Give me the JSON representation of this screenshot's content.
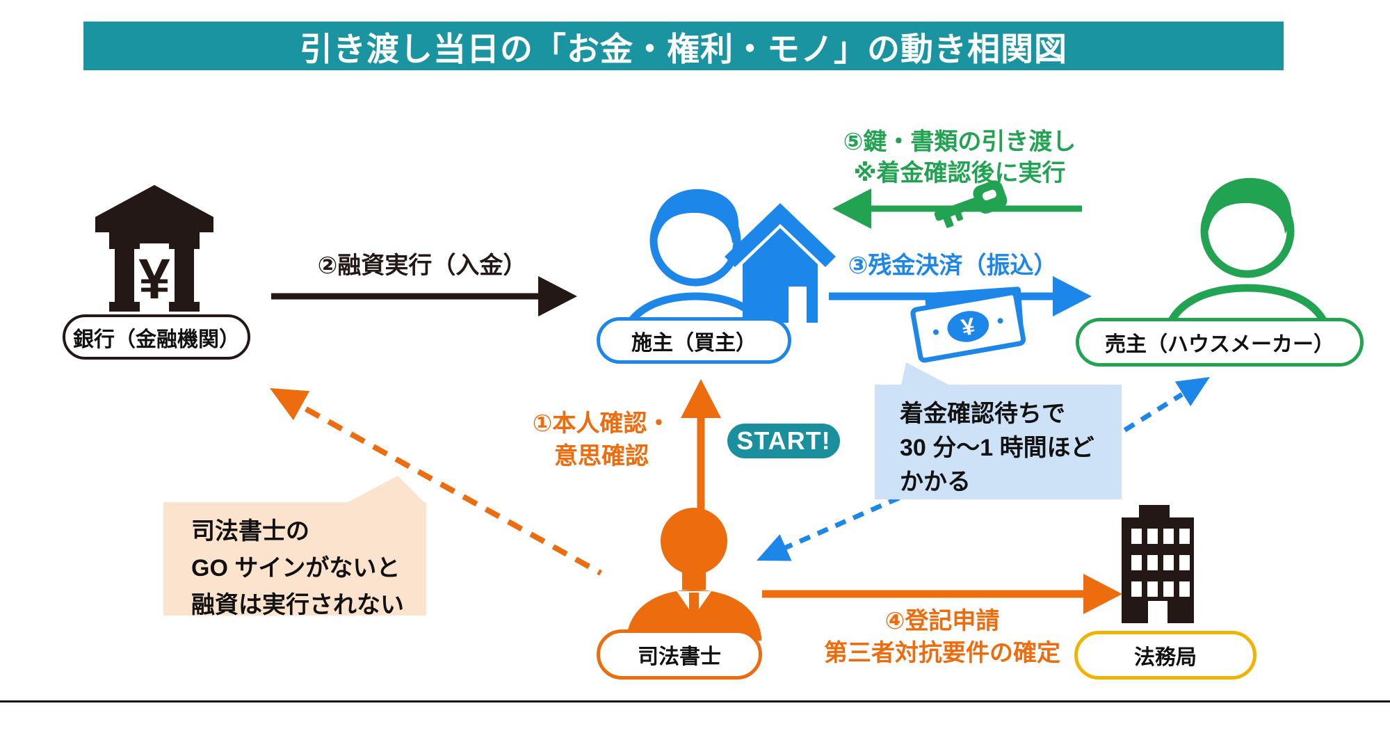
{
  "title": "引き渡し当日の「お金・権利・モノ」の動き相関図",
  "colors": {
    "teal": "#1a94a0",
    "dark": "#231815",
    "blue": "#1d87e9",
    "green": "#22a352",
    "orange": "#ec6c0e",
    "light_blue_note": "#cde2f6",
    "peach_note": "#fbe3cd",
    "yellow": "#f0b400"
  },
  "nodes": {
    "bank": {
      "label": "銀行（金融機関）",
      "icon": "bank-icon",
      "symbol": "¥"
    },
    "buyer": {
      "label": "施主（買主）",
      "icon": "buyer-person-icon"
    },
    "seller": {
      "label": "売主（ハウスメーカー）",
      "icon": "seller-person-icon"
    },
    "scrivener": {
      "label": "司法書士",
      "icon": "scrivener-person-icon"
    },
    "bureau": {
      "label": "法務局",
      "icon": "bureau-building-icon"
    }
  },
  "flows": {
    "step1": {
      "line1": "①本人確認・",
      "line2": "意思確認"
    },
    "step2": {
      "label": "②融資実行（入金）"
    },
    "step3": {
      "label": "③残金決済（振込）",
      "money_symbol": "¥"
    },
    "step4": {
      "line1": "④登記申請",
      "line2": "第三者対抗要件の確定"
    },
    "step5": {
      "line1": "⑤鍵・書類の引き渡し",
      "line2": "※着金確認後に実行"
    }
  },
  "badges": {
    "start": "START!"
  },
  "notes": {
    "wait": {
      "line1": "着金確認待ちで",
      "line2": "30 分〜1 時間ほど",
      "line3": "かかる"
    },
    "go_sign": {
      "line1": "司法書士の",
      "line2": "GO サインがないと",
      "line3": "融資は実行されない"
    }
  }
}
